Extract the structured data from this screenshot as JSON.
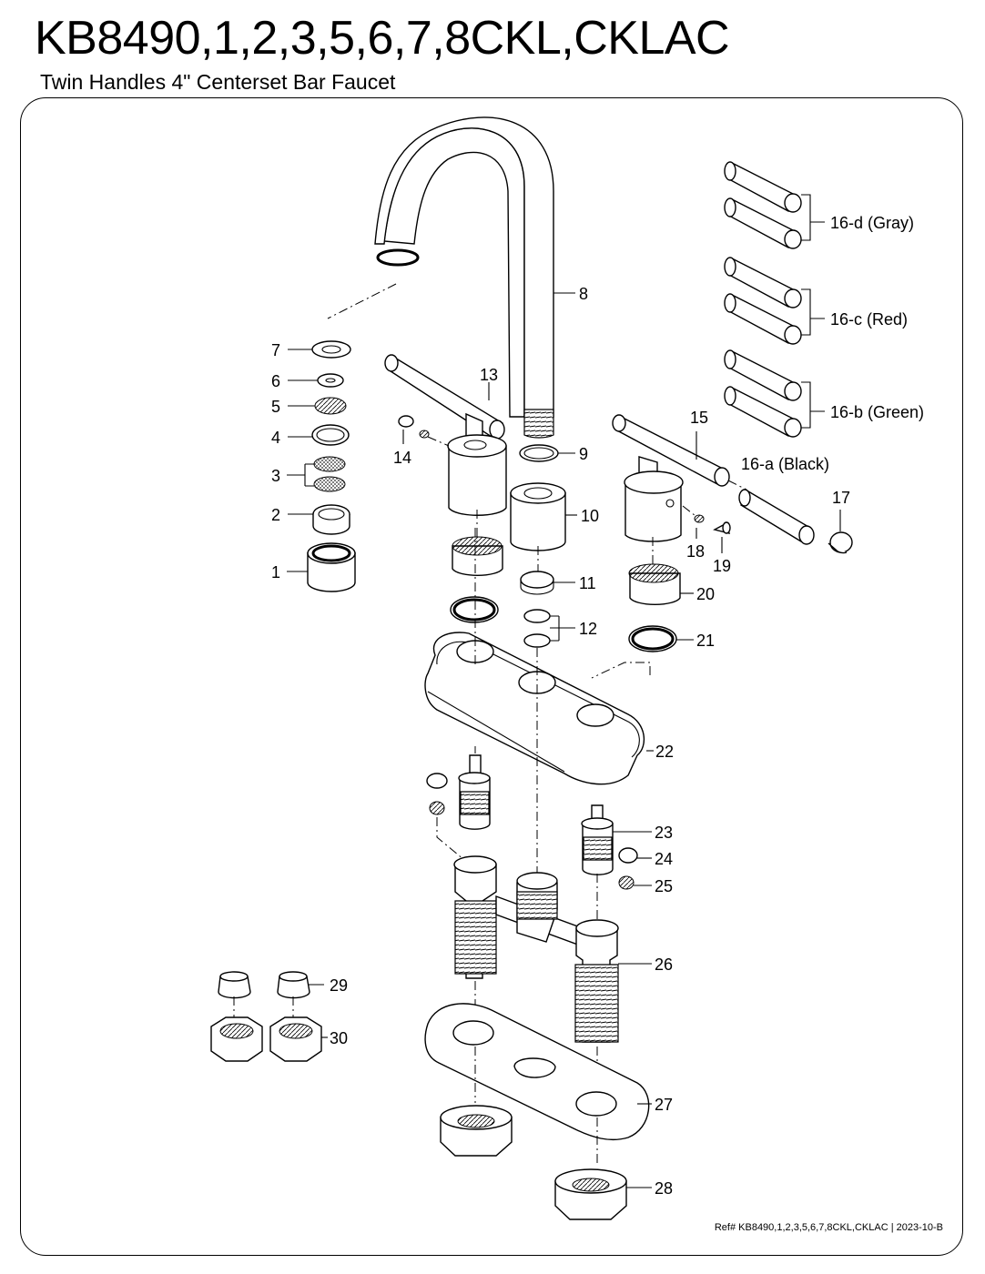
{
  "title": "KB8490,1,2,3,5,6,7,8CKL,CKLAC",
  "subtitle": "Twin Handles 4\" Centerset Bar Faucet",
  "ref": "Ref# KB8490,1,2,3,5,6,7,8CKL,CKLAC | 2023-10-B",
  "callouts": {
    "c1": "1",
    "c2": "2",
    "c3": "3",
    "c4": "4",
    "c5": "5",
    "c6": "6",
    "c7": "7",
    "c8": "8",
    "c9": "9",
    "c10": "10",
    "c11": "11",
    "c12": "12",
    "c13": "13",
    "c14": "14",
    "c15": "15",
    "c16a": "16-a (Black)",
    "c16b": "16-b (Green)",
    "c16c": "16-c (Red)",
    "c16d": "16-d (Gray)",
    "c17": "17",
    "c18": "18",
    "c19": "19",
    "c20": "20",
    "c21": "21",
    "c22": "22",
    "c23": "23",
    "c24": "24",
    "c25": "25",
    "c26": "26",
    "c27": "27",
    "c28": "28",
    "c29": "29",
    "c30": "30"
  }
}
